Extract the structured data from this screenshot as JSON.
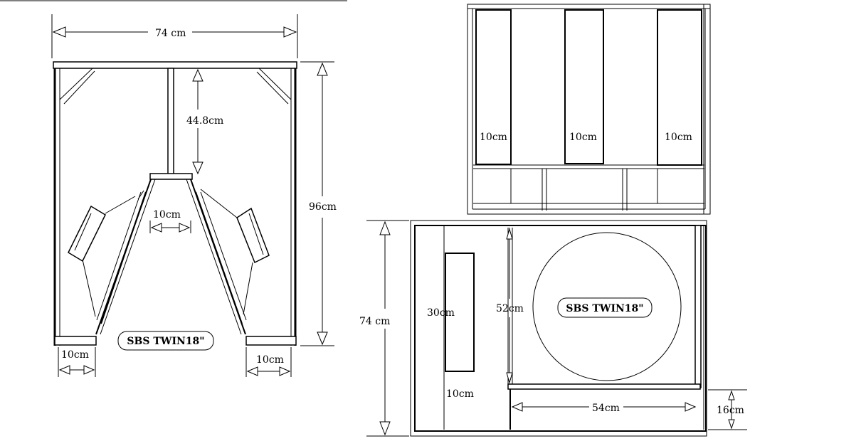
{
  "front_view": {
    "width_label": "74 cm",
    "height_label": "96cm",
    "center_depth_label": "44.8cm",
    "throat_label": "10cm",
    "left_mouth_label": "10cm",
    "right_mouth_label": "10cm",
    "name_label": "SBS TWIN18\""
  },
  "top_view": {
    "slot_labels": [
      "10cm",
      "10cm",
      "10cm"
    ]
  },
  "side_view": {
    "height_label": "74 cm",
    "port_height_label": "30cm",
    "inner_height_label": "52cm",
    "port_width_label": "10cm",
    "base_width_label": "54cm",
    "base_height_label": "16cm",
    "name_label": "SBS TWIN18\""
  }
}
